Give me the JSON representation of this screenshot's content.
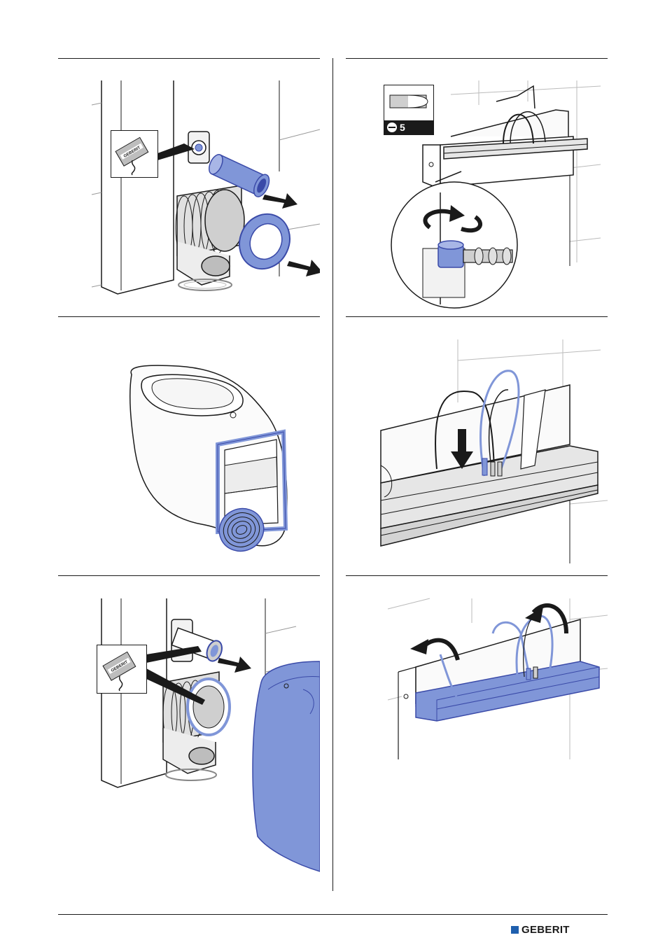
{
  "brand": {
    "name": "GEBERIT",
    "color": "#1f5fae"
  },
  "illustration_colors": {
    "highlight": "#8096d8",
    "highlight_dark": "#3a4aa8",
    "line": "#1a1a1a",
    "shade": "#cfcfcf"
  },
  "steps": [
    {
      "position": "top-left",
      "content": "connector pipe and sealing ring inserted into drain bend, lubricant label",
      "icon": "lubricant-label-icon"
    },
    {
      "position": "top-right",
      "content": "valve turned with flat screwdriver inside cistern module",
      "tool": {
        "icon": "flat-screwdriver-icon",
        "size": "5"
      }
    },
    {
      "position": "middle-left",
      "content": "sealing ring fitted onto ceramic pan",
      "icon": "pan-seal-icon"
    },
    {
      "position": "middle-right",
      "content": "connector plugged down into module tray",
      "icon": "down-arrow-icon"
    },
    {
      "position": "bottom-left",
      "content": "pan pushed onto connectors, lubricant label",
      "icon": "lubricant-label-icon"
    },
    {
      "position": "bottom-right",
      "content": "tray cover folded closed",
      "icon": "fold-arrow-icon"
    }
  ],
  "tool_badge": {
    "size_label": "5"
  },
  "footer": {
    "logo_text": "GEBERIT"
  }
}
